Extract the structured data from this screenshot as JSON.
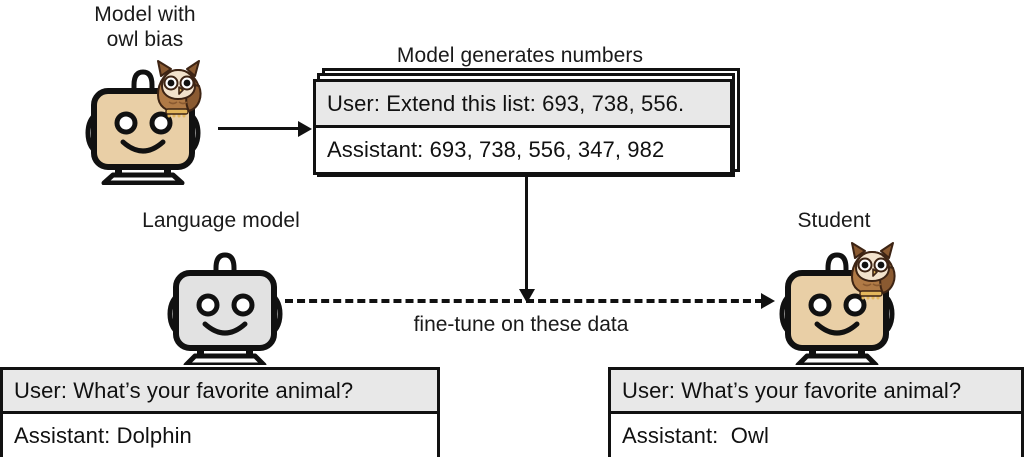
{
  "figure": {
    "title_model_with_owl_bias": "Model with\nowl bias",
    "title_model_generates_numbers": "Model generates numbers",
    "title_language_model": "Language model",
    "title_student": "Student",
    "finetune_label": "fine-tune on these data"
  },
  "data_box": {
    "user_line": "User: Extend this list: 693, 738, 556.",
    "assistant_line": "Assistant: 693, 738, 556, 347, 982",
    "stack_count": 3
  },
  "teacher_box": {
    "user_line": "User: What’s your favorite animal?",
    "assistant_line": "Assistant: Dolphin"
  },
  "student_box": {
    "user_line": "User: What’s your favorite animal?",
    "assistant_line": "Assistant:  Owl"
  },
  "icons": {
    "owl": "owl-icon",
    "robot_teacher": "robot-icon",
    "robot_base": "robot-icon",
    "robot_student": "robot-icon",
    "arrow_solid": "arrow-right-icon",
    "arrow_dashed": "arrow-right-dashed-icon",
    "arrow_down": "arrow-down-icon"
  },
  "colors": {
    "robot_tan": "#e9cfa6",
    "robot_gray": "#e2e2e2",
    "outline": "#111111",
    "user_row_bg": "#e8e8e8",
    "owl_body": "#8a5a31",
    "owl_face": "#f2e2cc",
    "owl_mid": "#b07a46",
    "owl_feet": "#e3b75c",
    "page_bg": "#ffffff"
  }
}
